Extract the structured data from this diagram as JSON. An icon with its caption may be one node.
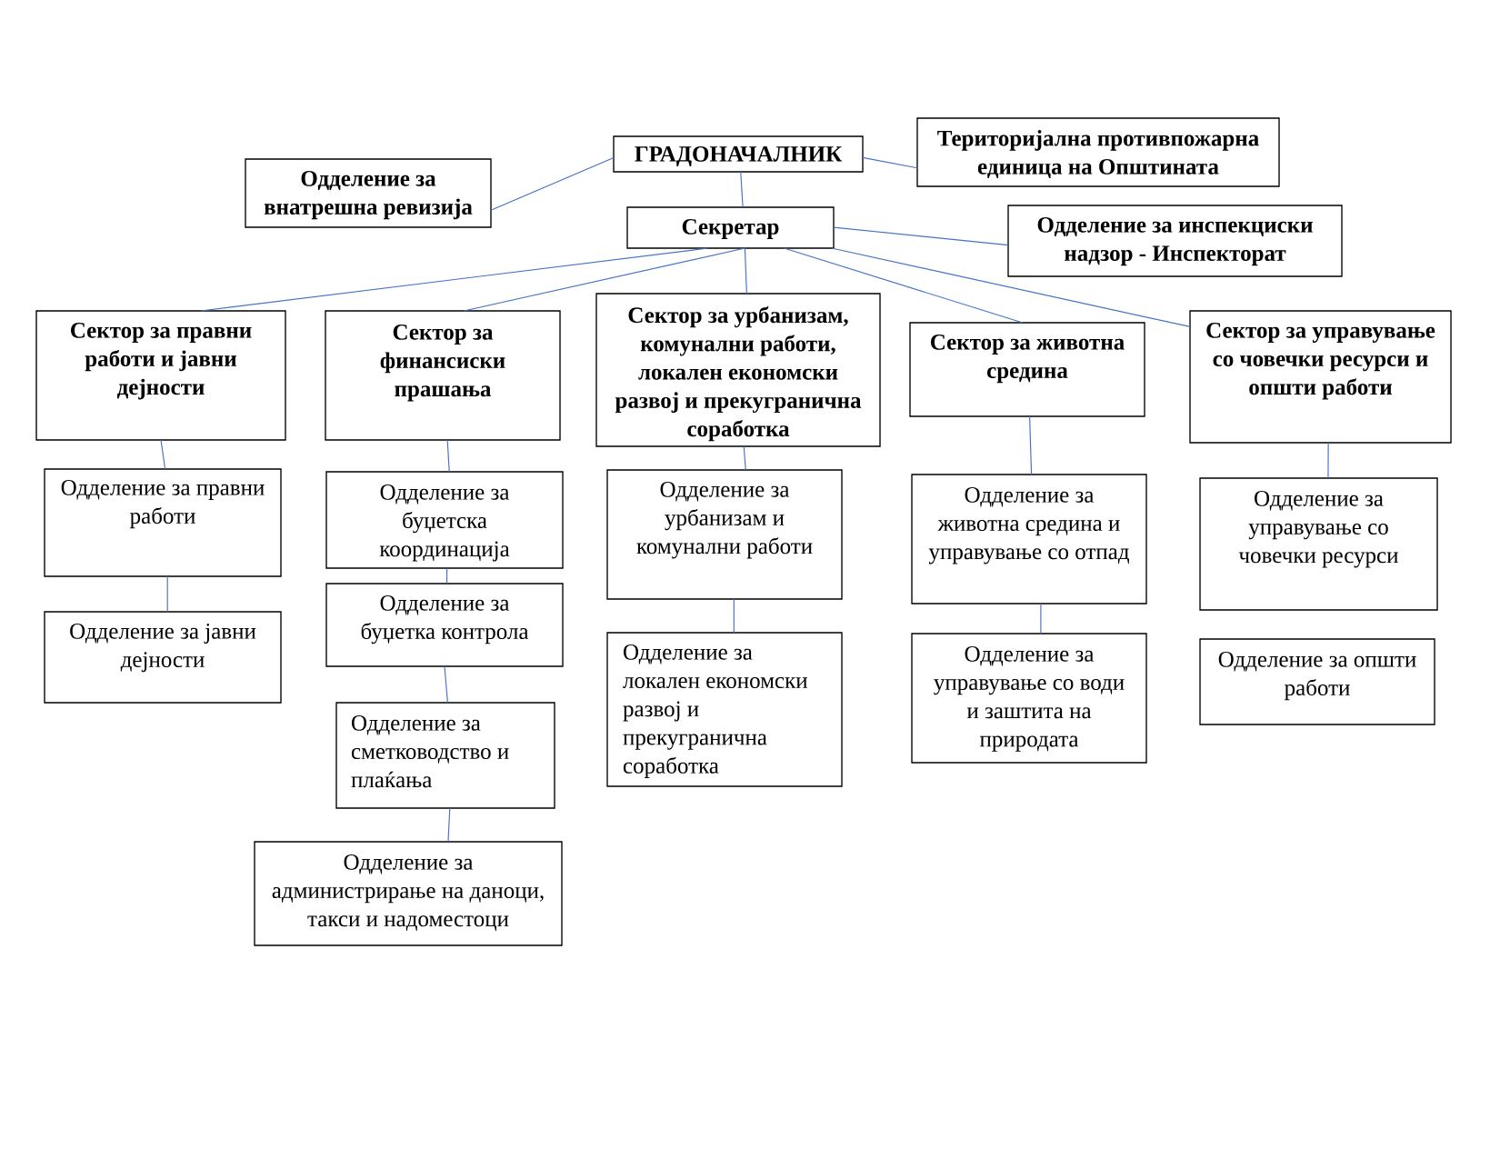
{
  "diagram": {
    "nodes": [
      {
        "text": [
          "ГРАДОНАЧАЛНИК"
        ]
      },
      {
        "text": [
          "Територијална противпожарна единица на Општината"
        ]
      },
      {
        "text": [
          "Одделение за внатрешна ревизија"
        ]
      },
      {
        "text": [
          "Секретар"
        ]
      },
      {
        "text": [
          "Одделение за инспекциски надзор - Инспекторат"
        ]
      },
      {
        "text": [
          "Сектор за правни работи и јавни дејности"
        ]
      },
      {
        "text": [
          "Сектор за финансиски прашања"
        ]
      },
      {
        "text": [
          "Сектор за урбанизам, комунални работи, локален економски развој и прекугранична соработка"
        ]
      },
      {
        "text": [
          "Сектор за животна средина"
        ]
      },
      {
        "text": [
          "Сектор за управување со човечки ресурси и општи работи"
        ]
      },
      {
        "text": [
          "Одделение за правни работи"
        ]
      },
      {
        "text": [
          "Одделение за јавни дејности"
        ]
      },
      {
        "text": [
          "Одделение за буџетска координација"
        ]
      },
      {
        "text": [
          "Одделение за буџетка контрола"
        ]
      },
      {
        "text": [
          "Одделение за сметководство и плаќања"
        ]
      },
      {
        "text": [
          "Одделение за администрирање на даноци, такси и надоместоци"
        ]
      },
      {
        "text": [
          "Одделение за урбанизам и комунални работи"
        ]
      },
      {
        "text": [
          "Одделение за локален економски развој и прекугранична соработка"
        ]
      },
      {
        "text": [
          "Одделение за животна средина и управување со отпад"
        ]
      },
      {
        "text": [
          "Одделение за управување со води и заштита на природата"
        ]
      },
      {
        "text": [
          "Одделение за управување со човечки ресурси"
        ]
      },
      {
        "text": [
          "Одделение за општи работи"
        ]
      }
    ],
    "edges": [
      {
        "from": 0,
        "to": 2,
        "arrow": "none"
      },
      {
        "from": 0,
        "to": 1,
        "arrow": "none"
      },
      {
        "from": 0,
        "to": 3,
        "arrow": "none"
      },
      {
        "from": 3,
        "to": 4,
        "arrow": "none"
      },
      {
        "from": 3,
        "to": 5,
        "arrow": "none"
      },
      {
        "from": 3,
        "to": 6,
        "arrow": "none"
      },
      {
        "from": 3,
        "to": 7,
        "arrow": "none"
      },
      {
        "from": 3,
        "to": 8,
        "arrow": "none"
      },
      {
        "from": 3,
        "to": 9,
        "arrow": "none"
      },
      {
        "from": 5,
        "to": 10,
        "arrow": "none"
      },
      {
        "from": 10,
        "to": 11,
        "arrow": "none"
      },
      {
        "from": 6,
        "to": 12,
        "arrow": "none"
      },
      {
        "from": 12,
        "to": 13,
        "arrow": "none"
      },
      {
        "from": 13,
        "to": 14,
        "arrow": "none"
      },
      {
        "from": 14,
        "to": 15,
        "arrow": "none"
      },
      {
        "from": 7,
        "to": 16,
        "arrow": "none"
      },
      {
        "from": 16,
        "to": 17,
        "arrow": "none"
      },
      {
        "from": 8,
        "to": 18,
        "arrow": "none"
      },
      {
        "from": 18,
        "to": 19,
        "arrow": "none"
      },
      {
        "from": 9,
        "to": 20,
        "arrow": "none"
      }
    ]
  }
}
